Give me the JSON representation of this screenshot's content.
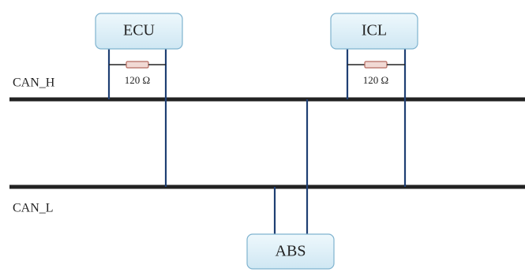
{
  "nodes": {
    "ecu": {
      "label": "ECU"
    },
    "icl": {
      "label": "ICL"
    },
    "abs": {
      "label": "ABS"
    }
  },
  "buses": {
    "high": {
      "label": "CAN_H"
    },
    "low": {
      "label": "CAN_L"
    }
  },
  "resistors": {
    "ecu": {
      "label": "120 Ω"
    },
    "icl": {
      "label": "120 Ω"
    }
  },
  "colors": {
    "bus": "#222222",
    "stub": "#1f3f73",
    "node_fill_top": "#eef8fc",
    "node_fill_bottom": "#cfe7f3",
    "node_stroke": "#7fb3cf",
    "resistor_fill": "#f1d9d4"
  }
}
